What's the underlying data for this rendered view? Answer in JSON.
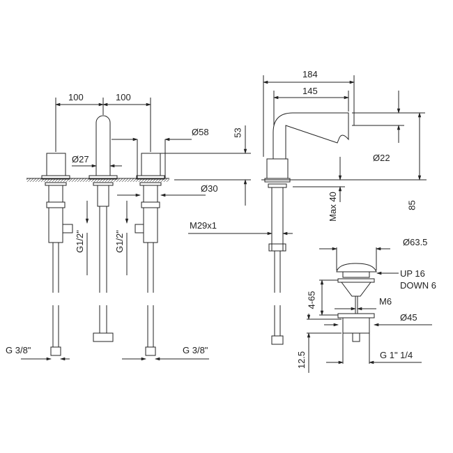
{
  "labels": {
    "spacing_left": "100",
    "spacing_right": "100",
    "handle_diameter": "Ø58",
    "handle_height": "53",
    "spout_diameter": "Ø27",
    "shank_diameter": "Ø30",
    "inlet_left": "G1/2\"",
    "inlet_mid": "G1/2\"",
    "hose_left": "G 3/8\"",
    "hose_right": "G 3/8\"",
    "spout_reach_total": "184",
    "spout_reach": "145",
    "outlet_diameter": "Ø22",
    "max_deck": "Max 40",
    "spout_height": "85",
    "thread": "M29x1",
    "cap_diameter": "Ø63.5",
    "up": "UP 16",
    "down": "DOWN 6",
    "waste_range": "4-65",
    "rod_thread": "M6",
    "waste_diameter": "Ø45",
    "waste_tail": "12.5",
    "waste_thread": "G 1\" 1/4"
  },
  "colors": {
    "line": "#222222"
  }
}
